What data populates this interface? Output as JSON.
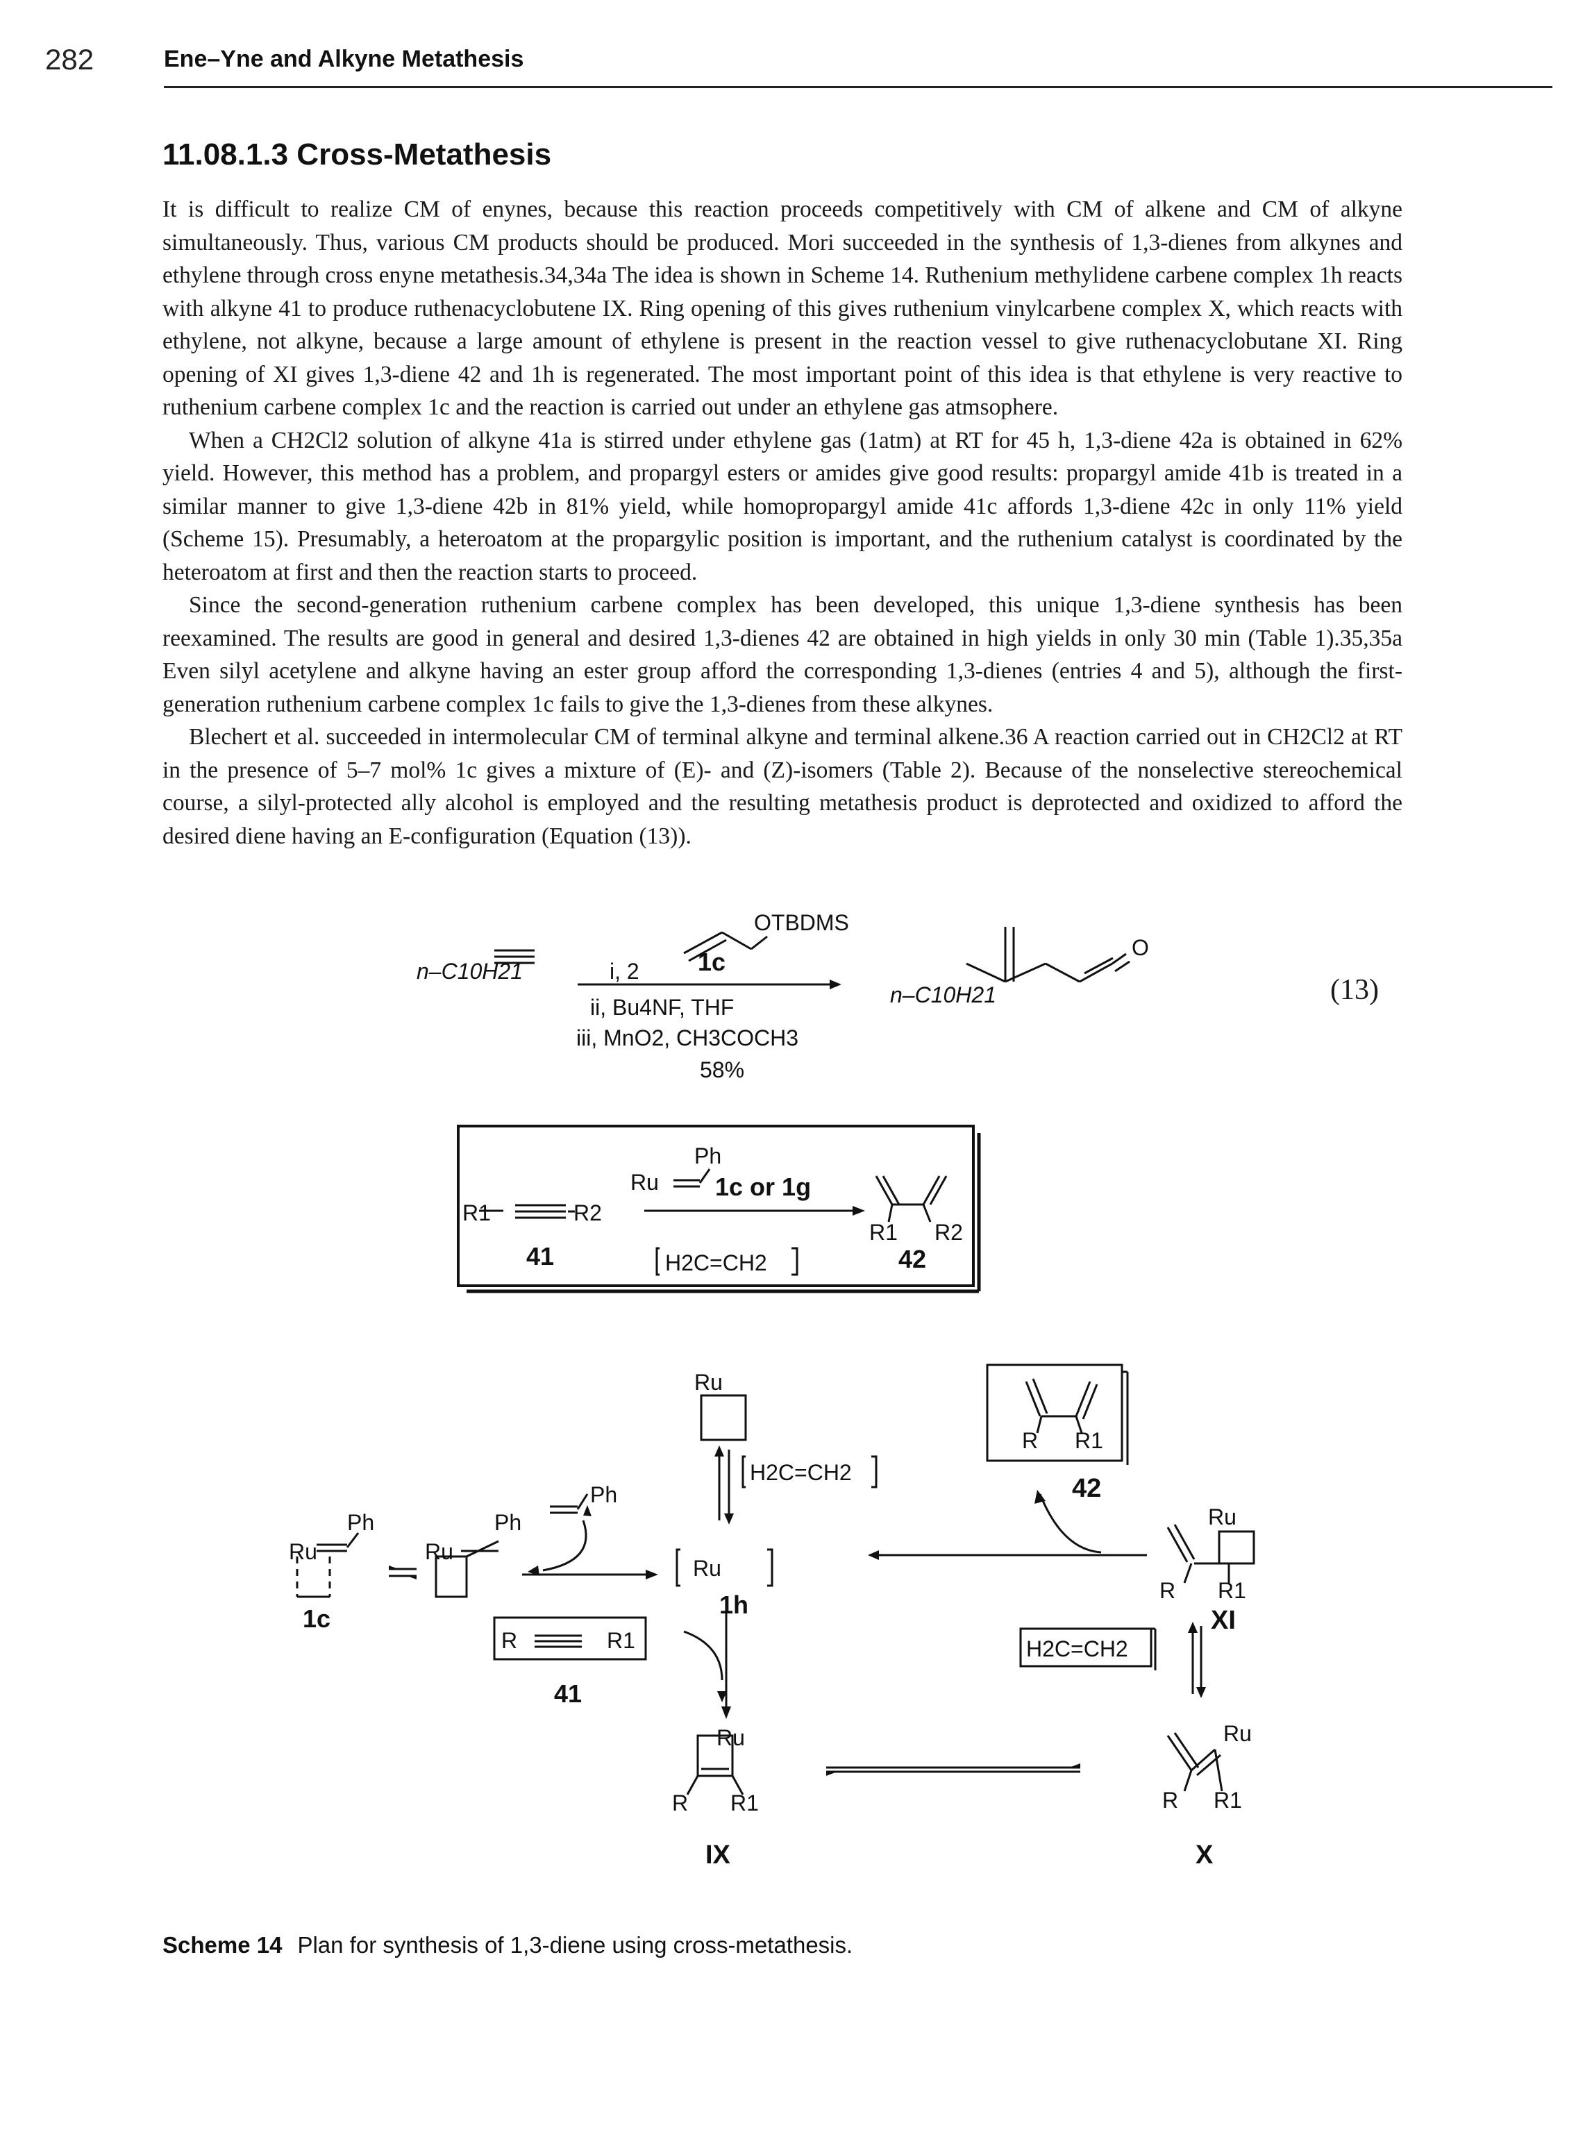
{
  "header": {
    "page_number": "282",
    "running_title": "Ene–Yne and Alkyne Metathesis"
  },
  "section": {
    "heading": "11.08.1.3 Cross-Metathesis"
  },
  "paragraphs": [
    "It is difficult to realize CM of enynes, because this reaction proceeds competitively with CM of alkene and CM of alkyne simultaneously. Thus, various CM products should be produced. Mori succeeded in the synthesis of 1,3-dienes from alkynes and ethylene through cross enyne metathesis.34,34a The idea is shown in Scheme 14. Ruthenium methylidene carbene complex 1h reacts with alkyne 41 to produce ruthenacyclobutene IX. Ring opening of this gives ruthenium vinylcarbene complex X, which reacts with ethylene, not alkyne, because a large amount of ethylene is present in the reaction vessel to give ruthenacyclobutane XI. Ring opening of XI gives 1,3-diene 42 and 1h is regenerated. The most important point of this idea is that ethylene is very reactive to ruthenium carbene complex 1c and the reaction is carried out under an ethylene gas atmsophere.",
    "When a CH2Cl2 solution of alkyne 41a is stirred under ethylene gas (1atm) at RT for 45 h, 1,3-diene 42a is obtained in 62% yield. However, this method has a problem, and propargyl esters or amides give good results: propargyl amide 41b is treated in a similar manner to give 1,3-diene 42b in 81% yield, while homopropargyl amide 41c affords 1,3-diene 42c in only 11% yield (Scheme 15). Presumably, a heteroatom at the propargylic position is important, and the ruthenium catalyst is coordinated by the heteroatom at first and then the reaction starts to proceed.",
    "Since the second-generation ruthenium carbene complex has been developed, this unique 1,3-diene synthesis has been reexamined. The results are good in general and desired 1,3-dienes 42 are obtained in high yields in only 30 min (Table 1).35,35a Even silyl acetylene and alkyne having an ester group afford the corresponding 1,3-dienes (entries 4 and 5), although the first-generation ruthenium carbene complex 1c fails to give the 1,3-dienes from these alkynes.",
    "Blechert et al. succeeded in intermolecular CM of terminal alkyne and terminal alkene.36 A reaction carried out in CH2Cl2 at RT in the presence of 5–7 mol% 1c gives a mixture of (E)- and (Z)-isomers (Table 2). Because of the nonselective stereochemical course, a silyl-protected ally alcohol is employed and the resulting metathesis product is deprotected and oxidized to afford the desired diene having an E-configuration (Equation (13))."
  ],
  "equation_13": {
    "reactant": "n–C10H21",
    "reagent_i": "i, 2",
    "reagent_otbdms": "OTBDMS",
    "catalyst": "1c",
    "reagent_ii": "ii, Bu4NF, THF",
    "reagent_iii": "iii, MnO2, CH3COCH3",
    "yield": "58%",
    "product": "n–C10H21",
    "product_o": "O",
    "number": "(13)"
  },
  "scheme_box": {
    "r1": "R1",
    "r2": "R2",
    "reactant_label": "41",
    "ph": "Ph",
    "ru": "Ru",
    "catalyst": "1c or 1g",
    "ethylene": "H2C=CH2",
    "product_r1": "R1",
    "product_r2": "R2",
    "product_label": "42"
  },
  "cycle": {
    "ru": "Ru",
    "ph": "Ph",
    "label_1c": "1c",
    "ethylene": "H2C=CH2",
    "label_1h": "1h",
    "alkyne_r": "R",
    "alkyne_r1": "R1",
    "label_41": "41",
    "r": "R",
    "r1": "R1",
    "label_IX": "IX",
    "label_X": "X",
    "label_XI": "XI",
    "label_42": "42"
  },
  "caption": {
    "label": "Scheme 14",
    "text": "Plan for synthesis of 1,3-diene using cross-metathesis."
  }
}
